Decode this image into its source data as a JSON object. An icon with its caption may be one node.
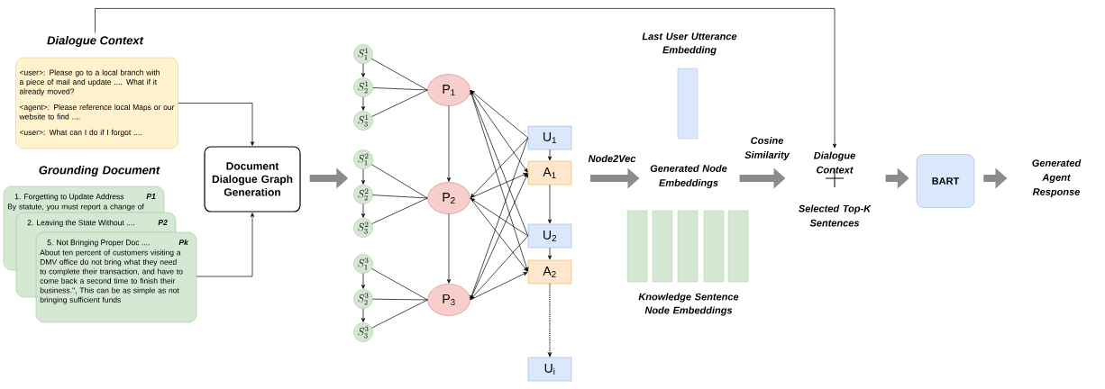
{
  "diagram": {
    "nodes": [
      {
        "text": [
          "Dialogue Context",
          "<user>: Please go to a local branch with a piece of mail and update .... What if it already moved?",
          "<agent>: Please reference local Maps or our website to find ....",
          "<user>: What can I do if I forgot ...."
        ]
      },
      {
        "text": [
          "1. Forgetting to Update Address",
          "P1",
          "By statute, you must report a change of",
          "2. Leaving the State Without ....",
          "P2",
          "5. Not Bringing Proper Doc ....",
          "Pk",
          "About ten percent of customers visiting a DMV office do not bring what they need to complete their transaction, and have to come back a second time to finish their business.\", This can be as simple as not bringing sufficient funds"
        ]
      },
      {
        "text": [
          "Document Dialogue Graph Generation"
        ]
      },
      {
        "text": [
          "S^{1}_{1}"
        ]
      },
      {
        "text": [
          "S^{1}_{2}"
        ]
      },
      {
        "text": [
          "S^{1}_{3}"
        ]
      },
      {
        "text": [
          "S^{2}_{1}"
        ]
      },
      {
        "text": [
          "S^{2}_{2}"
        ]
      },
      {
        "text": [
          "S^{2}_{3}"
        ]
      },
      {
        "text": [
          "S^{3}_{1}"
        ]
      },
      {
        "text": [
          "S^{3}_{2}"
        ]
      },
      {
        "text": [
          "S^{3}_{3}"
        ]
      },
      {
        "text": [
          "P$_{1}$"
        ]
      },
      {
        "text": [
          "P$_{2}$"
        ]
      },
      {
        "text": [
          "P$_{3}$"
        ]
      },
      {
        "text": [
          "U$_{1}$"
        ]
      },
      {
        "text": [
          "A$_{1}$"
        ]
      },
      {
        "text": [
          "U$_{2}$"
        ]
      },
      {
        "text": [
          "A$_{2}$"
        ]
      },
      {
        "text": [
          "U$_{i}$"
        ]
      },
      {
        "text": [
          "Generated Node Embeddings"
        ]
      },
      {
        "text": [
          "Dialogue Context",
          "Selected Top-K Sentences"
        ]
      },
      {
        "text": [
          "BART"
        ]
      },
      {
        "text": [
          "Generated Agent Response"
        ]
      },
      {
        "text": [],
        "shape": "bar"
      }
    ],
    "edges": [
      {
        "from": 0,
        "to": 2,
        "arrow": "to"
      },
      {
        "from": 1,
        "to": 2,
        "arrow": "to"
      },
      {
        "from": 0,
        "to": 21,
        "arrow": "to"
      },
      {
        "from": 2,
        "to": 6,
        "arrow": "to",
        "style": "thick",
        "color": "#8c8c8c"
      },
      {
        "from": 3,
        "to": 4,
        "arrow": "to"
      },
      {
        "from": 4,
        "to": 5,
        "arrow": "to"
      },
      {
        "from": 6,
        "to": 7,
        "arrow": "to"
      },
      {
        "from": 7,
        "to": 8,
        "arrow": "to"
      },
      {
        "from": 9,
        "to": 10,
        "arrow": "to"
      },
      {
        "from": 10,
        "to": 11,
        "arrow": "to"
      },
      {
        "from": 3,
        "to": 12,
        "arrow": "none"
      },
      {
        "from": 4,
        "to": 12,
        "arrow": "none"
      },
      {
        "from": 5,
        "to": 12,
        "arrow": "none"
      },
      {
        "from": 6,
        "to": 13,
        "arrow": "none"
      },
      {
        "from": 7,
        "to": 13,
        "arrow": "none"
      },
      {
        "from": 8,
        "to": 13,
        "arrow": "none"
      },
      {
        "from": 9,
        "to": 14,
        "arrow": "none"
      },
      {
        "from": 10,
        "to": 14,
        "arrow": "none"
      },
      {
        "from": 11,
        "to": 14,
        "arrow": "none"
      },
      {
        "from": 12,
        "to": 13,
        "arrow": "to"
      },
      {
        "from": 13,
        "to": 14,
        "arrow": "to"
      },
      {
        "from": 15,
        "to": 16,
        "arrow": "to"
      },
      {
        "from": 16,
        "to": 17,
        "arrow": "to"
      },
      {
        "from": 17,
        "to": 18,
        "arrow": "to"
      },
      {
        "from": 18,
        "to": 19,
        "arrow": "to",
        "style": "dashed"
      },
      {
        "from": 15,
        "to": 12,
        "arrow": "to"
      },
      {
        "from": 15,
        "to": 13,
        "arrow": "to"
      },
      {
        "from": 15,
        "to": 14,
        "arrow": "to"
      },
      {
        "from": 17,
        "to": 12,
        "arrow": "to"
      },
      {
        "from": 17,
        "to": 13,
        "arrow": "to"
      },
      {
        "from": 17,
        "to": 14,
        "arrow": "to"
      },
      {
        "from": 12,
        "to": 16,
        "arrow": "to"
      },
      {
        "from": 13,
        "to": 16,
        "arrow": "to"
      },
      {
        "from": 14,
        "to": 16,
        "arrow": "to"
      },
      {
        "from": 12,
        "to": 18,
        "arrow": "to"
      },
      {
        "from": 13,
        "to": 18,
        "arrow": "to"
      },
      {
        "from": 14,
        "to": 18,
        "arrow": "to"
      },
      {
        "from": null,
        "to": 20,
        "arrow": "to",
        "style": "thick",
        "color": "#8c8c8c",
        "label": "Node2Vec"
      },
      {
        "from": 20,
        "to": 21,
        "arrow": "to",
        "style": "thick",
        "color": "#8c8c8c",
        "label": "Cosine Similarity"
      },
      {
        "from": 21,
        "to": 22,
        "arrow": "to",
        "style": "thick",
        "color": "#8c8c8c"
      },
      {
        "from": 22,
        "to": 23,
        "arrow": "to",
        "style": "thick",
        "color": "#8c8c8c"
      }
    ],
    "labels": [
      "Grounding Document",
      "Last User Utterance Embedding",
      "Knowledge Sentence Node Embeddings"
    ]
  }
}
